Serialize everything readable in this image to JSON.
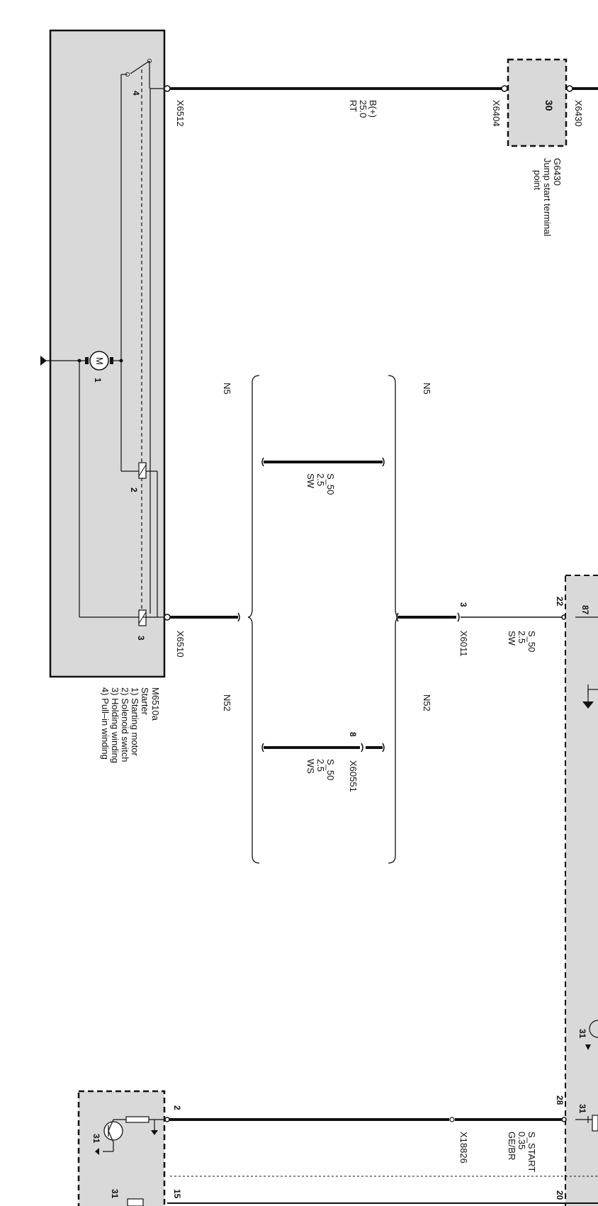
{
  "starter": {
    "id": "M6510a",
    "title": "Starter",
    "items": [
      "1) Starting motor",
      "2) Solenoid switch",
      "3) Holding winding",
      "4) Pull–in winding"
    ],
    "pin_labels": [
      "4",
      "1",
      "2",
      "3"
    ],
    "motor_symbol": "M"
  },
  "connectors": {
    "x6512": "X6512",
    "x6510": "X6510",
    "x6404": "X6404",
    "x6430": "X6430",
    "x6011": "X6011",
    "x60551": "X60551",
    "x18826": "X18826"
  },
  "jump_start": {
    "id": "G6430",
    "line1": "Jump start terminal",
    "line2": "point",
    "pin": "30"
  },
  "wires": {
    "b_plus": {
      "signal": "B(+)",
      "size": "25.0",
      "color": "RT"
    },
    "s50_upper": {
      "signal": "S_50",
      "size": "2.5",
      "color": "SW"
    },
    "s50_x6011": {
      "signal": "S_50",
      "size": "2.5",
      "color": "SW"
    },
    "s50_lower": {
      "signal": "S_50",
      "size": "2.5",
      "color": "WS"
    },
    "s_start": {
      "signal": "S_START",
      "size": "0.35",
      "color": "GE/BR"
    }
  },
  "variants": {
    "n5_left": "N5",
    "n5_right": "N5",
    "n52_left": "N52",
    "n52_right": "N52"
  },
  "pins": {
    "x6011": "3",
    "x60551": "8",
    "relay_22": "22",
    "relay_87": "87",
    "relay_28": "28",
    "relay_31": "31",
    "relay_20": "20",
    "relay_gnd": "31",
    "module_2": "2",
    "module_15": "15",
    "module_gnd": "31",
    "module_31": "31"
  }
}
